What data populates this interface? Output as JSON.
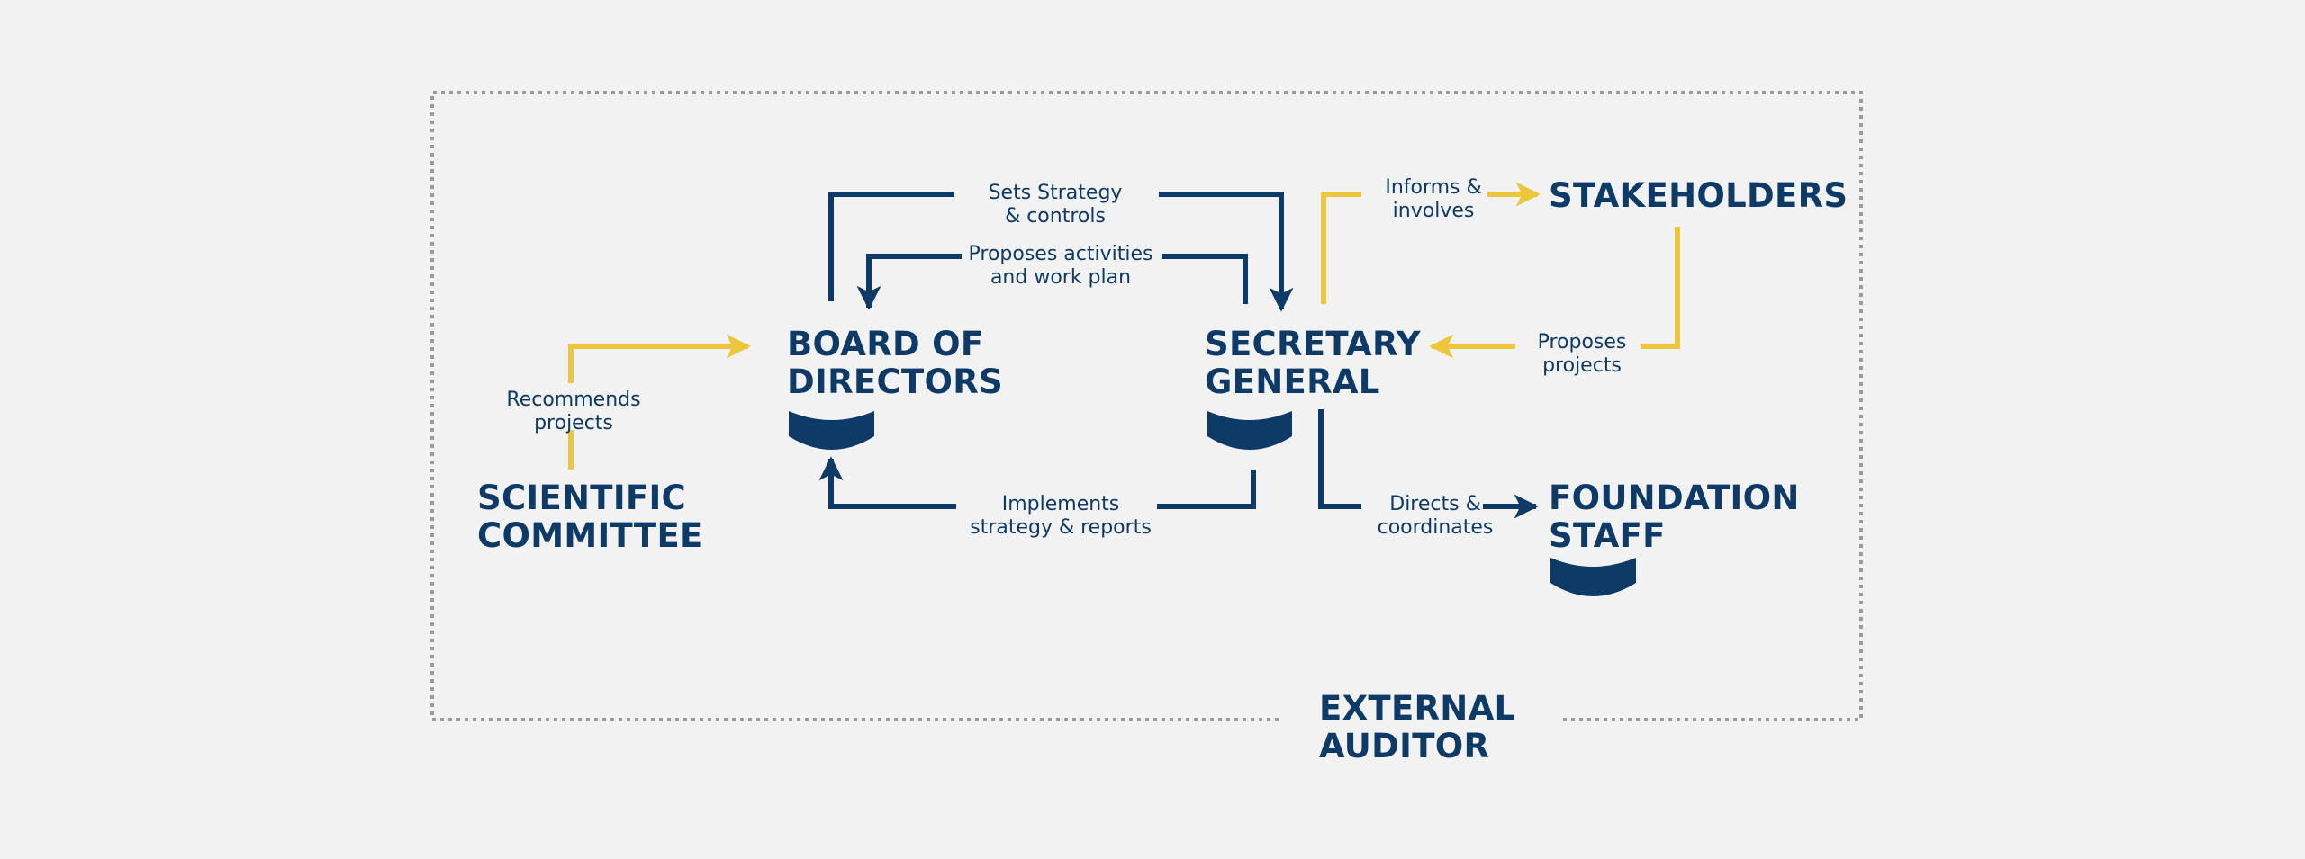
{
  "colors": {
    "navy": "#0d3a66",
    "yellow": "#ecc73b",
    "border": "#9a9a9a",
    "background": "#f2f2f2"
  },
  "nodes": {
    "board_of_directors": {
      "line1": "BOARD OF",
      "line2": "DIRECTORS"
    },
    "secretary_general": {
      "line1": "SECRETARY",
      "line2": "GENERAL"
    },
    "scientific_committee": {
      "line1": "SCIENTIFIC",
      "line2": "COMMITTEE"
    },
    "stakeholders": {
      "line1": "STAKEHOLDERS"
    },
    "foundation_staff": {
      "line1": "FOUNDATION",
      "line2": "STAFF"
    },
    "external_auditor": {
      "line1": "EXTERNAL",
      "line2": "AUDITOR"
    }
  },
  "edges": {
    "sets_strategy": {
      "line1": "Sets Strategy",
      "line2": "& controls"
    },
    "proposes_activities": {
      "line1": "Proposes activities",
      "line2": "and work plan"
    },
    "implements_strategy": {
      "line1": "Implements",
      "line2": "strategy & reports"
    },
    "recommends_projects": {
      "line1": "Recommends",
      "line2": "projects"
    },
    "informs_involves": {
      "line1": "Informs &",
      "line2": "involves"
    },
    "proposes_projects": {
      "line1": "Proposes",
      "line2": "projects"
    },
    "directs_coordinates": {
      "line1": "Directs &",
      "line2": "coordinates"
    }
  },
  "icons": [
    "smile-icon"
  ]
}
